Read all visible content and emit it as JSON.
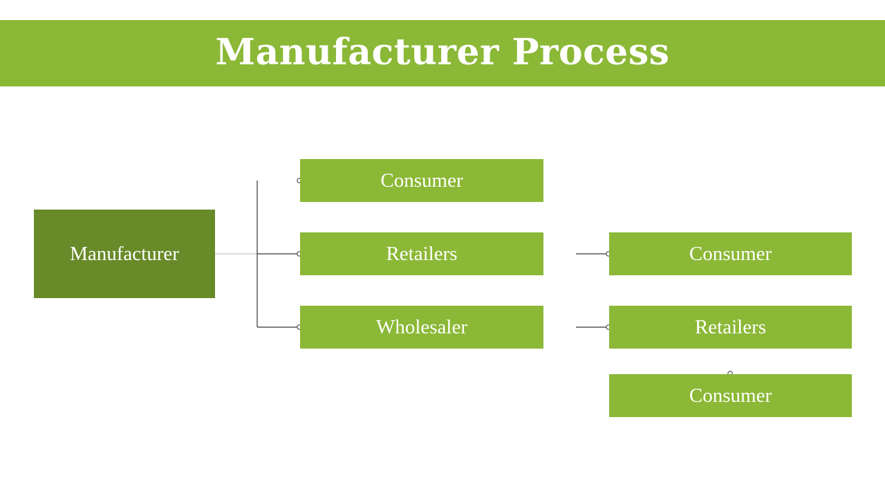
{
  "title": "Manufacturer Process",
  "colors": {
    "header": "#8bb836",
    "node_light": "#8bb836",
    "node_dark": "#688a29",
    "text": "#ffffff",
    "connector": "#333333"
  },
  "nodes": {
    "manufacturer": "Manufacturer",
    "consumer_1": "Consumer",
    "retailers_1": "Retailers",
    "wholesaler": "Wholesaler",
    "consumer_2": "Consumer",
    "retailers_2": "Retailers",
    "consumer_3": "Consumer"
  },
  "edges": [
    [
      "Manufacturer",
      "Consumer"
    ],
    [
      "Manufacturer",
      "Retailers"
    ],
    [
      "Manufacturer",
      "Wholesaler"
    ],
    [
      "Retailers",
      "Consumer"
    ],
    [
      "Wholesaler",
      "Retailers"
    ],
    [
      "Retailers",
      "Consumer"
    ]
  ]
}
